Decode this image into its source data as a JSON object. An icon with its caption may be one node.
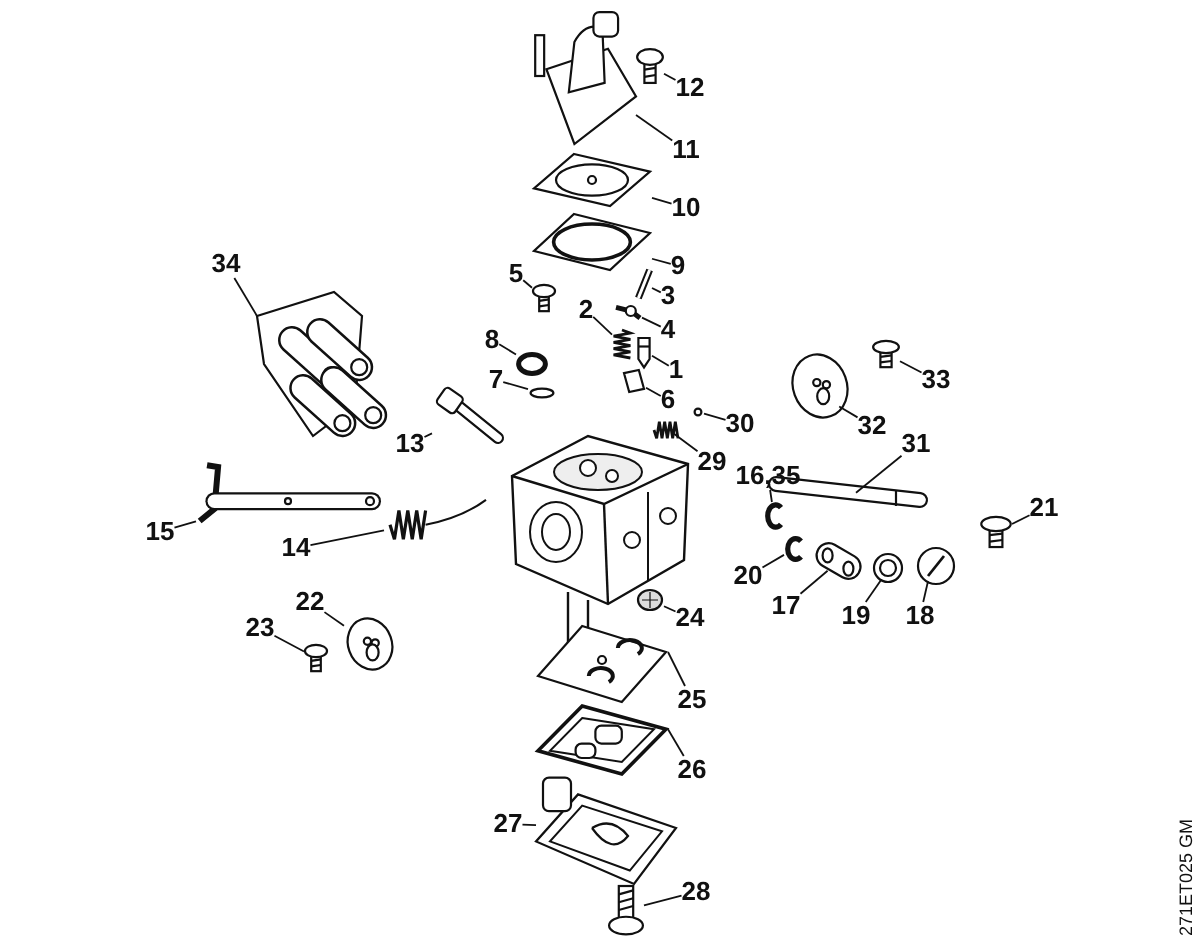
{
  "diagram": {
    "nodes": [
      {
        "text": [
          "12"
        ]
      },
      {
        "text": [],
        "shape": "picture"
      },
      {
        "text": [
          "11"
        ]
      },
      {
        "text": [],
        "shape": "picture"
      },
      {
        "text": [
          "10"
        ]
      },
      {
        "text": [],
        "shape": "picture"
      },
      {
        "text": [
          "9"
        ]
      },
      {
        "text": [],
        "shape": "picture"
      },
      {
        "text": [
          "34"
        ]
      },
      {
        "text": [],
        "shape": "picture"
      },
      {
        "text": [
          "5"
        ]
      },
      {
        "text": [],
        "shape": "picture"
      },
      {
        "text": [
          "3"
        ]
      },
      {
        "text": [],
        "shape": "picture"
      },
      {
        "text": [
          "2"
        ]
      },
      {
        "text": [],
        "shape": "picture"
      },
      {
        "text": [
          "4"
        ]
      },
      {
        "text": [],
        "shape": "picture"
      },
      {
        "text": [
          "8"
        ]
      },
      {
        "text": [],
        "shape": "circle"
      },
      {
        "text": [
          "1"
        ]
      },
      {
        "text": [],
        "shape": "picture"
      },
      {
        "text": [
          "7"
        ]
      },
      {
        "text": [],
        "shape": "circle"
      },
      {
        "text": [
          "6"
        ]
      },
      {
        "text": [],
        "shape": "picture"
      },
      {
        "text": [
          "30"
        ]
      },
      {
        "text": [],
        "shape": "circle"
      },
      {
        "text": [
          "33"
        ]
      },
      {
        "text": [],
        "shape": "picture"
      },
      {
        "text": [
          "32"
        ]
      },
      {
        "text": [],
        "shape": "picture"
      },
      {
        "text": [
          "13"
        ]
      },
      {
        "text": [],
        "shape": "picture"
      },
      {
        "text": [
          "29"
        ]
      },
      {
        "text": [],
        "shape": "picture"
      },
      {
        "text": [
          "31"
        ]
      },
      {
        "text": [],
        "shape": "picture"
      },
      {
        "text": [
          "16,35"
        ]
      },
      {
        "text": [],
        "shape": "picture"
      },
      {
        "text": [
          "21"
        ]
      },
      {
        "text": [],
        "shape": "picture"
      },
      {
        "text": [
          "15"
        ]
      },
      {
        "text": [],
        "shape": "picture"
      },
      {
        "text": [
          "14"
        ]
      },
      {
        "text": [],
        "shape": "picture"
      },
      {
        "text": [
          "20"
        ]
      },
      {
        "text": [],
        "shape": "picture"
      },
      {
        "text": [
          "17"
        ]
      },
      {
        "text": [],
        "shape": "picture"
      },
      {
        "text": [
          "19"
        ]
      },
      {
        "text": [],
        "shape": "picture"
      },
      {
        "text": [
          "18"
        ]
      },
      {
        "text": [],
        "shape": "picture"
      },
      {
        "text": [
          "22"
        ]
      },
      {
        "text": [],
        "shape": "picture"
      },
      {
        "text": [
          "24"
        ]
      },
      {
        "text": [],
        "shape": "picture"
      },
      {
        "text": [
          "23"
        ]
      },
      {
        "text": [],
        "shape": "picture"
      },
      {
        "text": [
          "25"
        ]
      },
      {
        "text": [],
        "shape": "picture"
      },
      {
        "text": [
          "26"
        ]
      },
      {
        "text": [],
        "shape": "picture"
      },
      {
        "text": [
          "27"
        ]
      },
      {
        "text": [],
        "shape": "picture"
      },
      {
        "text": [
          "28"
        ]
      },
      {
        "text": [],
        "shape": "picture"
      }
    ],
    "edges": [
      {
        "from": 0,
        "to": 1,
        "arrow": "none"
      },
      {
        "from": 2,
        "to": 3,
        "arrow": "none"
      },
      {
        "from": 4,
        "to": 5,
        "arrow": "none"
      },
      {
        "from": 6,
        "to": 7,
        "arrow": "none"
      },
      {
        "from": 8,
        "to": 9,
        "arrow": "none"
      },
      {
        "from": 10,
        "to": 11,
        "arrow": "none"
      },
      {
        "from": 12,
        "to": 13,
        "arrow": "none"
      },
      {
        "from": 14,
        "to": 15,
        "arrow": "none"
      },
      {
        "from": 16,
        "to": 17,
        "arrow": "none"
      },
      {
        "from": 18,
        "to": 19,
        "arrow": "none"
      },
      {
        "from": 20,
        "to": 21,
        "arrow": "none"
      },
      {
        "from": 22,
        "to": 23,
        "arrow": "none"
      },
      {
        "from": 24,
        "to": 25,
        "arrow": "none"
      },
      {
        "from": 26,
        "to": 27,
        "arrow": "none"
      },
      {
        "from": 28,
        "to": 29,
        "arrow": "none"
      },
      {
        "from": 30,
        "to": 31,
        "arrow": "none"
      },
      {
        "from": 32,
        "to": 33,
        "arrow": "none"
      },
      {
        "from": 34,
        "to": 35,
        "arrow": "none"
      },
      {
        "from": 36,
        "to": 37,
        "arrow": "none"
      },
      {
        "from": 38,
        "to": 39,
        "arrow": "none"
      },
      {
        "from": 40,
        "to": 41,
        "arrow": "none"
      },
      {
        "from": 42,
        "to": 43,
        "arrow": "none"
      },
      {
        "from": 44,
        "to": 45,
        "arrow": "none"
      },
      {
        "from": 46,
        "to": 47,
        "arrow": "none"
      },
      {
        "from": 48,
        "to": 49,
        "arrow": "none"
      },
      {
        "from": 50,
        "to": 51,
        "arrow": "none"
      },
      {
        "from": 52,
        "to": 53,
        "arrow": "none"
      },
      {
        "from": 54,
        "to": 55,
        "arrow": "none"
      },
      {
        "from": 56,
        "to": 57,
        "arrow": "none"
      },
      {
        "from": 58,
        "to": 59,
        "arrow": "none"
      },
      {
        "from": 60,
        "to": 61,
        "arrow": "none"
      },
      {
        "from": 62,
        "to": 63,
        "arrow": "none"
      },
      {
        "from": 64,
        "to": 65,
        "arrow": "none"
      },
      {
        "from": 66,
        "to": 67,
        "arrow": "none"
      }
    ],
    "labels": [
      "271ET025 GM"
    ]
  }
}
